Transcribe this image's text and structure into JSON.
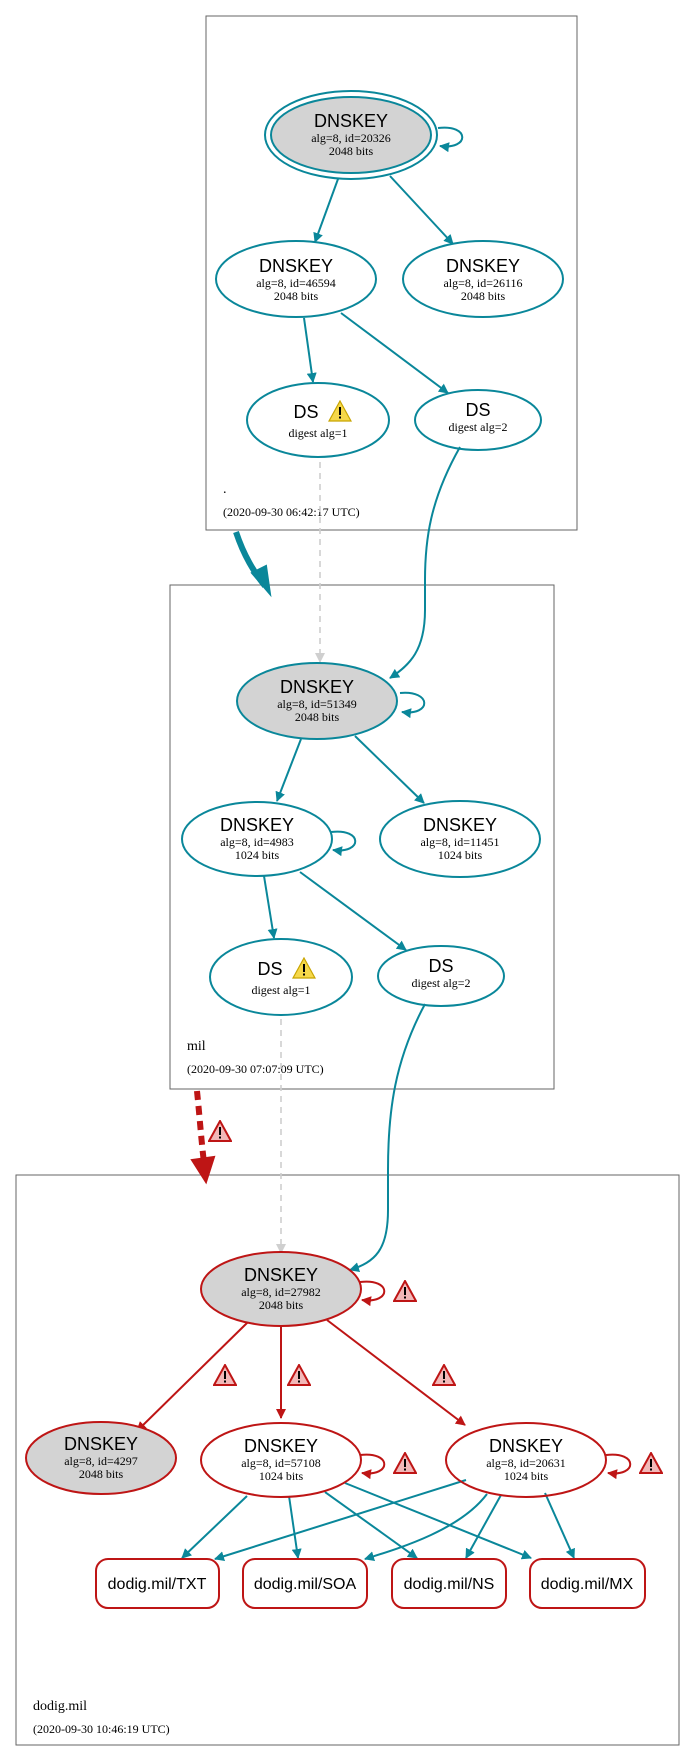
{
  "colors": {
    "teal": "#0a879a",
    "red": "#be1515",
    "grey_fill": "#d3d3d3",
    "dashed_grey": "#cfcfcf",
    "zone_border": "#666666"
  },
  "zones": [
    {
      "id": "root",
      "name": ".",
      "timestamp": "(2020-09-30 06:42:17 UTC)"
    },
    {
      "id": "mil",
      "name": "mil",
      "timestamp": "(2020-09-30 07:07:09 UTC)"
    },
    {
      "id": "dodig",
      "name": "dodig.mil",
      "timestamp": "(2020-09-30 10:46:19 UTC)"
    }
  ],
  "nodes": {
    "root_ksk": {
      "title": "DNSKEY",
      "line1": "alg=8, id=20326",
      "line2": "2048 bits"
    },
    "root_zsk1": {
      "title": "DNSKEY",
      "line1": "alg=8, id=46594",
      "line2": "2048 bits"
    },
    "root_zsk2": {
      "title": "DNSKEY",
      "line1": "alg=8, id=26116",
      "line2": "2048 bits"
    },
    "root_ds1": {
      "title": "DS",
      "line1": "digest alg=1"
    },
    "root_ds2": {
      "title": "DS",
      "line1": "digest alg=2"
    },
    "mil_ksk": {
      "title": "DNSKEY",
      "line1": "alg=8, id=51349",
      "line2": "2048 bits"
    },
    "mil_zsk1": {
      "title": "DNSKEY",
      "line1": "alg=8, id=4983",
      "line2": "1024 bits"
    },
    "mil_zsk2": {
      "title": "DNSKEY",
      "line1": "alg=8, id=11451",
      "line2": "1024 bits"
    },
    "mil_ds1": {
      "title": "DS",
      "line1": "digest alg=1"
    },
    "mil_ds2": {
      "title": "DS",
      "line1": "digest alg=2"
    },
    "dodig_ksk": {
      "title": "DNSKEY",
      "line1": "alg=8, id=27982",
      "line2": "2048 bits"
    },
    "dodig_k4297": {
      "title": "DNSKEY",
      "line1": "alg=8, id=4297",
      "line2": "2048 bits"
    },
    "dodig_k57108": {
      "title": "DNSKEY",
      "line1": "alg=8, id=57108",
      "line2": "1024 bits"
    },
    "dodig_k20631": {
      "title": "DNSKEY",
      "line1": "alg=8, id=20631",
      "line2": "1024 bits"
    }
  },
  "records": [
    "dodig.mil/TXT",
    "dodig.mil/SOA",
    "dodig.mil/NS",
    "dodig.mil/MX"
  ],
  "warning_icons": [
    "warning-icon"
  ]
}
